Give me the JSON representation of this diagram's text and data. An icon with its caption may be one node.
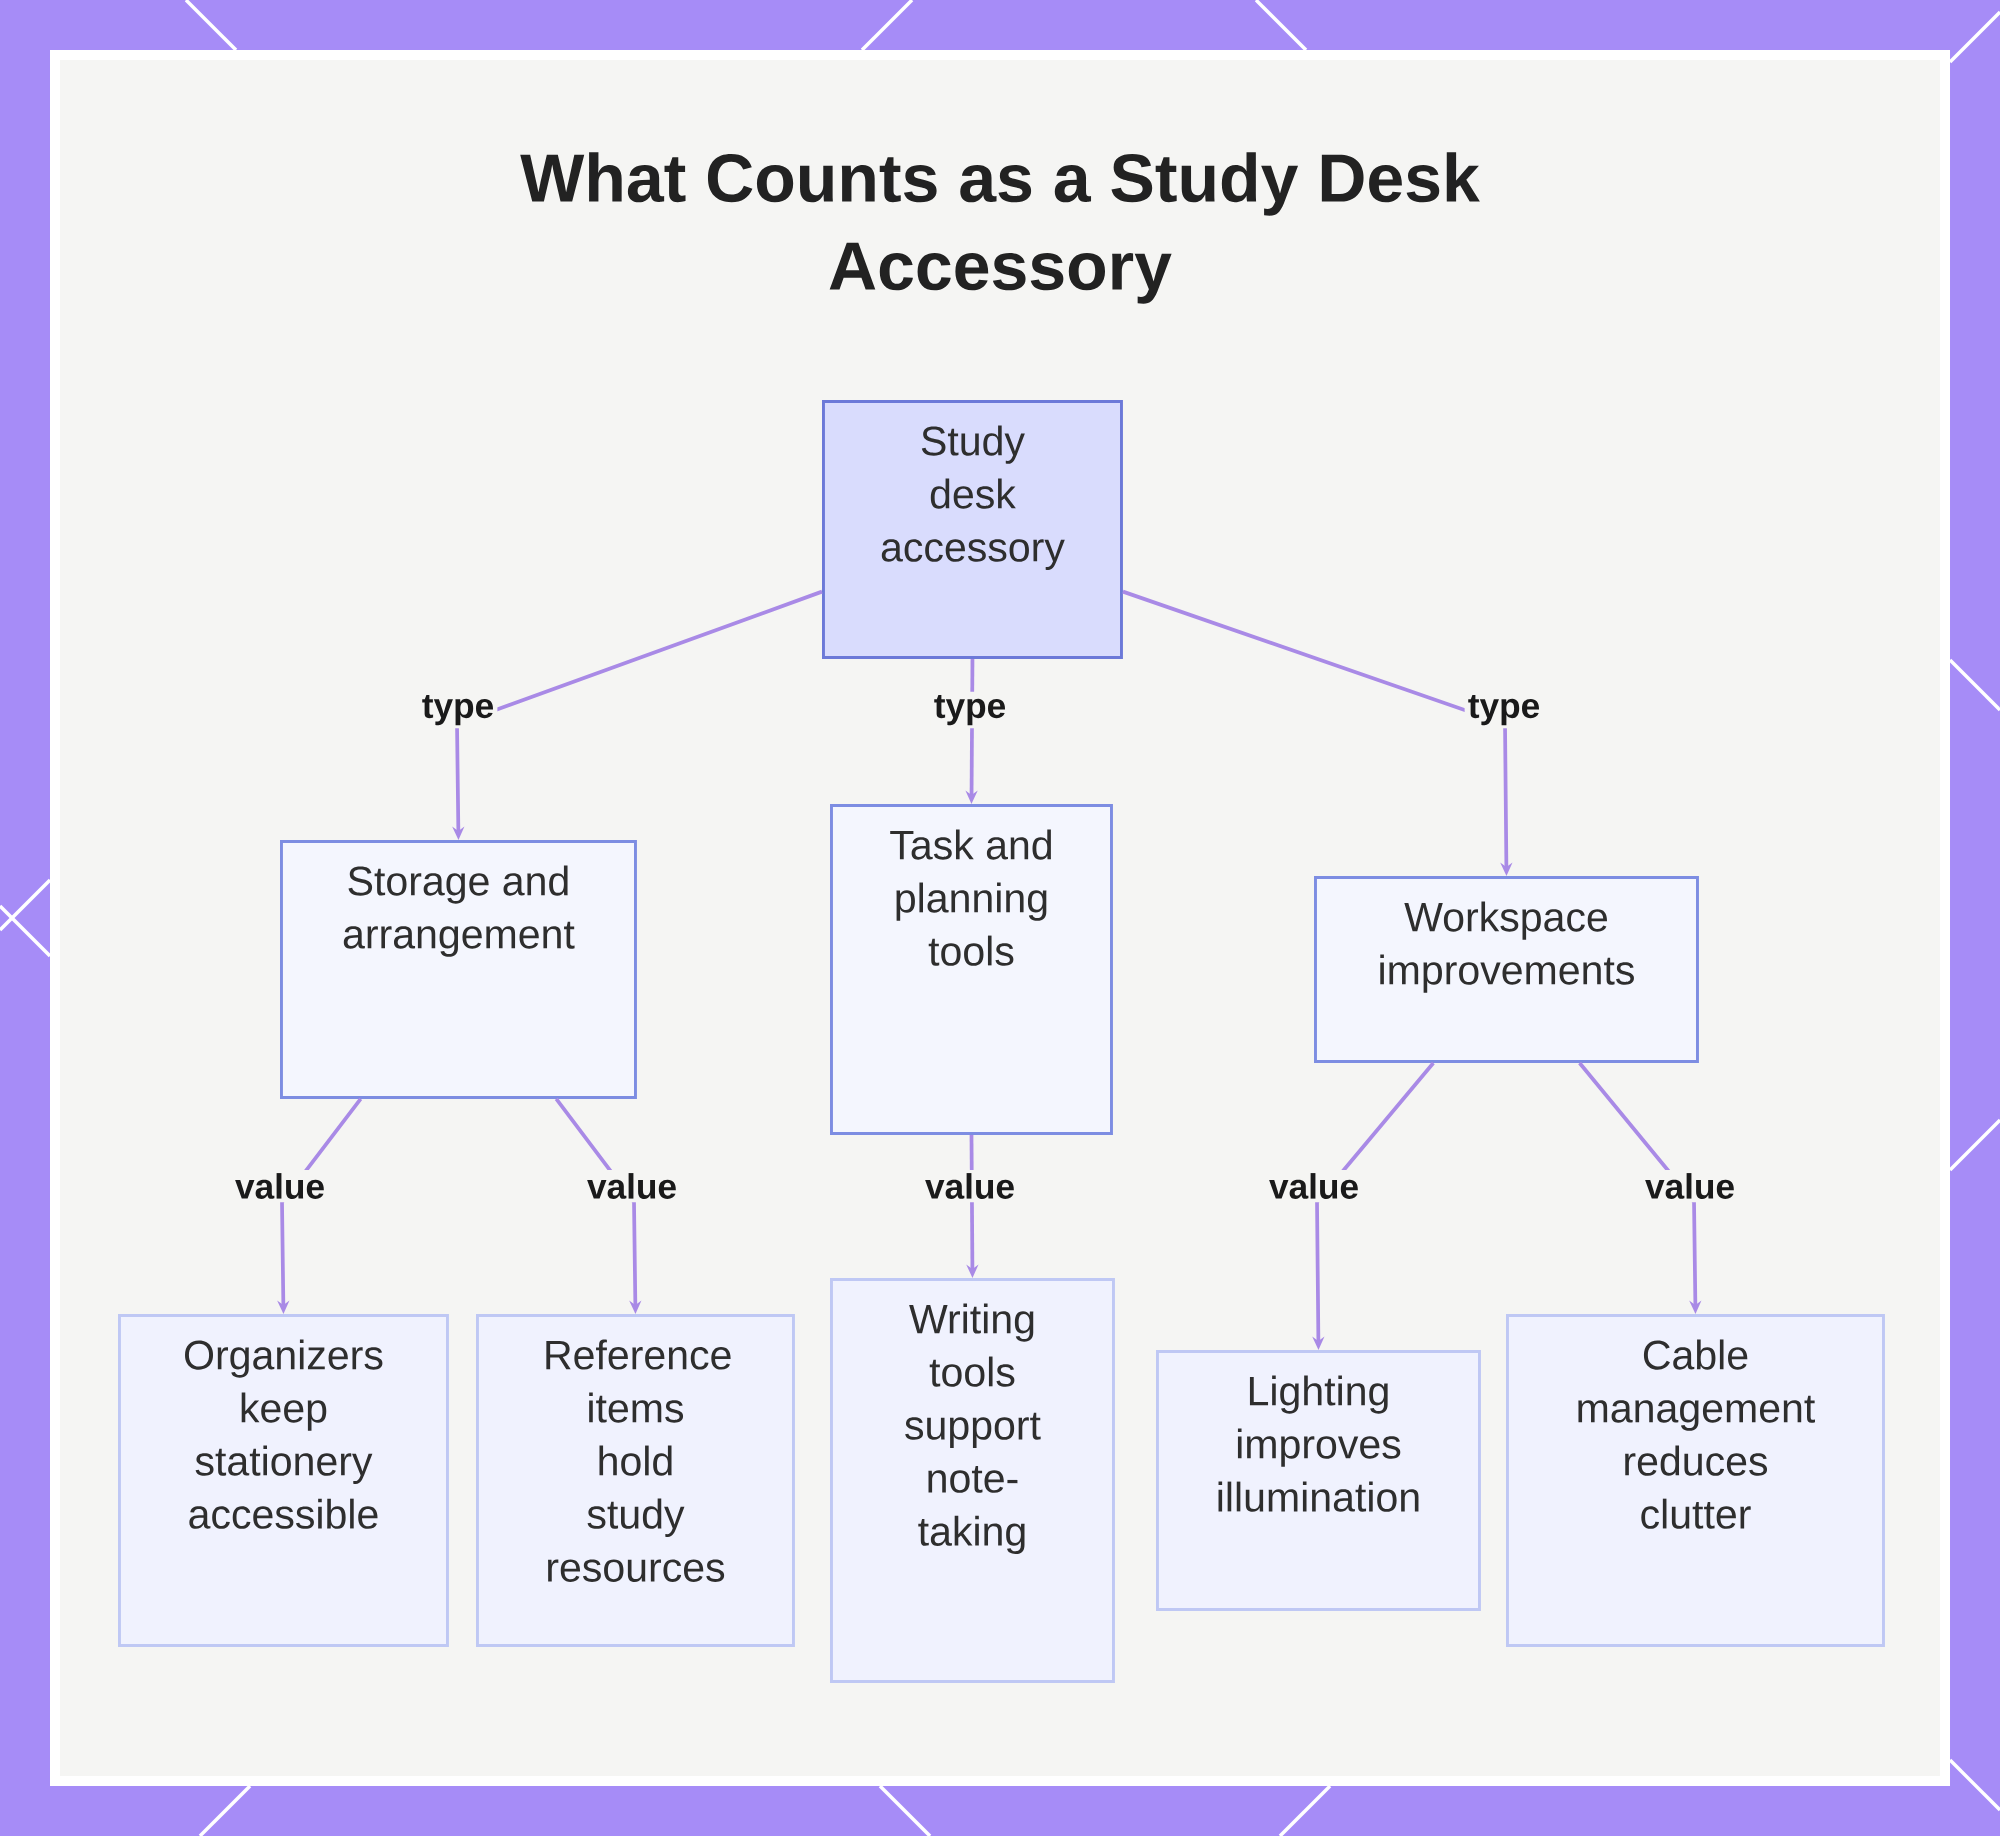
{
  "diagram": {
    "title": "What Counts as a Study Desk Accessory",
    "nodes": [
      {
        "text": [
          "Study desk accessory"
        ]
      },
      {
        "text": [
          "Storage and arrangement"
        ]
      },
      {
        "text": [
          "Task and planning tools"
        ]
      },
      {
        "text": [
          "Workspace improvements"
        ]
      },
      {
        "text": [
          "Organizers keep stationery accessible"
        ]
      },
      {
        "text": [
          "Reference items hold study resources"
        ]
      },
      {
        "text": [
          "Writing tools support note-taking"
        ]
      },
      {
        "text": [
          "Lighting improves illumination"
        ]
      },
      {
        "text": [
          "Cable management reduces clutter"
        ]
      }
    ],
    "edges": [
      {
        "from": 0,
        "to": 1,
        "arrow": "to",
        "label": "type"
      },
      {
        "from": 0,
        "to": 2,
        "arrow": "to",
        "label": "type"
      },
      {
        "from": 0,
        "to": 3,
        "arrow": "to",
        "label": "type"
      },
      {
        "from": 1,
        "to": 4,
        "arrow": "to",
        "label": "value"
      },
      {
        "from": 1,
        "to": 5,
        "arrow": "to",
        "label": "value"
      },
      {
        "from": 2,
        "to": 6,
        "arrow": "to",
        "label": "value"
      },
      {
        "from": 3,
        "to": 7,
        "arrow": "to",
        "label": "value"
      },
      {
        "from": 3,
        "to": 8,
        "arrow": "to",
        "label": "value"
      }
    ]
  }
}
